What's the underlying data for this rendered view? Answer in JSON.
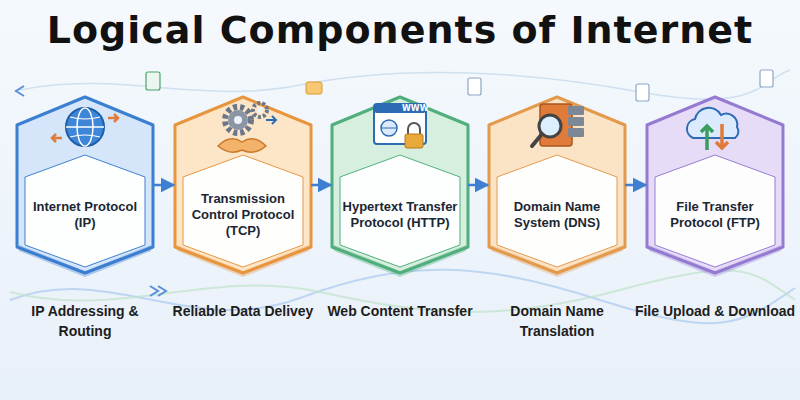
{
  "diagram": {
    "title": "Logical Components of Internet",
    "nodes": [
      {
        "text": [
          "Internet Protocol (IP)",
          "IP Addressing & Routing"
        ]
      },
      {
        "text": [
          "Transmission Control Protocol (TCP)",
          "Reliable Data Delivey"
        ]
      },
      {
        "text": [
          "Hypertext Transfer Protocol (HTTP)",
          "Web Content Transfer"
        ]
      },
      {
        "text": [
          "Domain Name System (DNS)",
          "Domain Name Translation"
        ]
      },
      {
        "text": [
          "File Transfer Protocol (FTP)",
          "File Upload & Download"
        ]
      }
    ],
    "edges": [
      {
        "from": 0,
        "to": 1,
        "arrow": "to"
      },
      {
        "from": 1,
        "to": 2,
        "arrow": "to"
      },
      {
        "from": 2,
        "to": 3,
        "arrow": "to"
      },
      {
        "from": 3,
        "to": 4,
        "arrow": "to"
      }
    ],
    "labels": [
      "WWW"
    ]
  }
}
